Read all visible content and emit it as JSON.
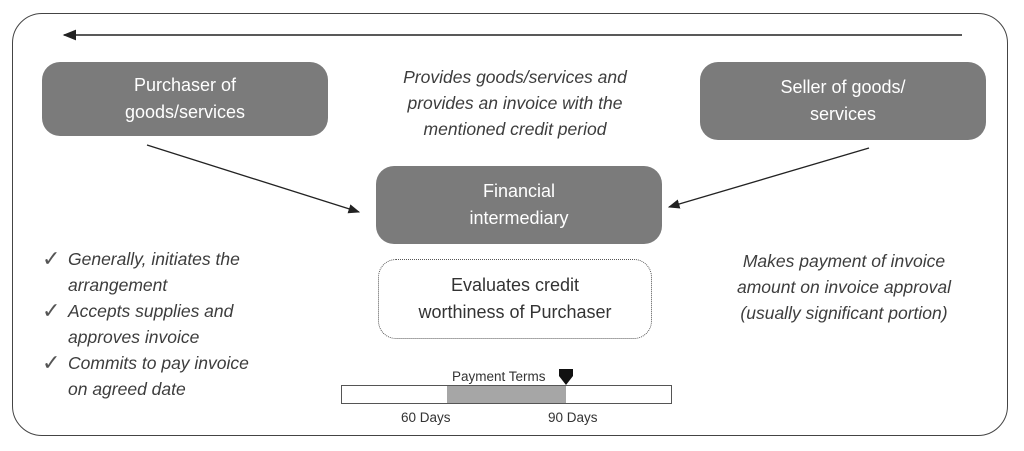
{
  "diagram": {
    "purchaser": {
      "lines": [
        "Purchaser of",
        "goods/services"
      ]
    },
    "seller": {
      "lines": [
        "Seller of goods/",
        "services"
      ]
    },
    "intermediary": {
      "lines": [
        "Financial",
        "intermediary"
      ]
    },
    "seller_note": {
      "lines": [
        "Provides goods/services and",
        "provides an invoice with the",
        "mentioned credit period"
      ]
    },
    "intermediary_note": {
      "lines": [
        "Makes payment of invoice",
        "amount on invoice approval",
        "(usually significant portion)"
      ]
    },
    "evaluation": {
      "lines": [
        "Evaluates credit",
        "worthiness of Purchaser"
      ]
    },
    "purchaser_duties": [
      {
        "mark": "✓",
        "lines": [
          "Generally, initiates the",
          "arrangement"
        ]
      },
      {
        "mark": "✓",
        "lines": [
          "Accepts supplies and",
          "approves invoice"
        ]
      },
      {
        "mark": "✓",
        "lines": [
          "Commits to pay invoice",
          "on agreed date"
        ]
      }
    ],
    "payment_terms": {
      "title": "Payment Terms",
      "start_label": "60 Days",
      "end_label": "90 Days",
      "start_fraction": 0.32,
      "end_fraction": 0.68
    }
  },
  "colors": {
    "box_fill": "#7b7b7b",
    "box_text": "#ffffff",
    "terms_fill": "#a6a6a6",
    "line": "#222222"
  }
}
